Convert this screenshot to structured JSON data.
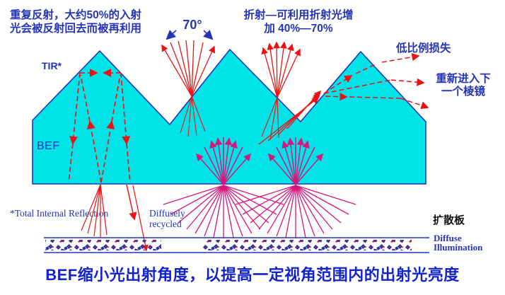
{
  "colors": {
    "film_fill": "#00e4e8",
    "film_outline": "#2233bb",
    "ray_red": "#ee1111",
    "ray_magenta": "#d6157d",
    "text_blue": "#2434b6",
    "title_blue": "#1222cc",
    "diffuser_dot_navy": "#223399",
    "diffuser_dot_magenta": "#cc1166",
    "plate_text_black": "#111111"
  },
  "annotations": {
    "recycle_note": "重复反射，大约50%的入射\n光会被反射回去而被再利用",
    "angle": "70°",
    "refract_note": "折射—可利用折射光增\n加 40%—70%",
    "tir": "TIR*",
    "low_loss": "低比例损失",
    "reenter": "重新进入下\n一个棱镜",
    "bef": "BEF",
    "tir_footnote": "*Total Internal Reflection",
    "diffusely_recycled": "Diffusely\nrecycled",
    "diffuser_plate": "扩散板",
    "diffuse_illumination": "Diffuse\nIllumination"
  },
  "title": "BEF缩小光出射角度，以提高一定视角范围内的出射光亮度"
}
